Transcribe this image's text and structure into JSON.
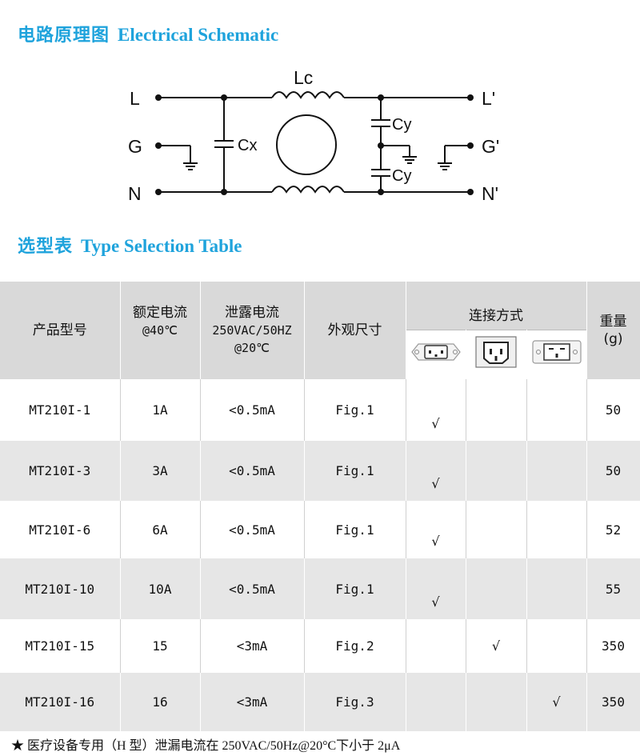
{
  "section1": {
    "title_zh": "电路原理图",
    "title_en": "Electrical Schematic"
  },
  "schematic": {
    "left_labels": [
      "L",
      "G",
      "N"
    ],
    "right_labels": [
      "L'",
      "G'",
      "N'"
    ],
    "inductor_label": "Lc",
    "cx_label": "Cx",
    "cy_top_label": "Cy",
    "cy_bottom_label": "Cy"
  },
  "section2": {
    "title_zh": "选型表",
    "title_en": "Type Selection Table"
  },
  "table": {
    "headers": {
      "model": "产品型号",
      "current_line1": "额定电流",
      "current_line2": "@40℃",
      "leak_line1": "泄露电流",
      "leak_line2": "250VAC/50HZ",
      "leak_line3": "@20℃",
      "size": "外观尺寸",
      "connection": "连接方式",
      "weight_line1": "重量",
      "weight_line2": "(g)"
    },
    "connector_icons": [
      "iec-c8-inlet-icon",
      "iec-c14-inlet-icon",
      "iec-c20-inlet-icon"
    ],
    "rows": [
      {
        "model": "MT210I-1",
        "current": "1A",
        "leak": "<0.5mA",
        "fig": "Fig.1",
        "c1": "√",
        "c2": "",
        "c3": "",
        "weight": "50"
      },
      {
        "model": "MT210I-3",
        "current": "3A",
        "leak": "<0.5mA",
        "fig": "Fig.1",
        "c1": "√",
        "c2": "",
        "c3": "",
        "weight": "50"
      },
      {
        "model": "MT210I-6",
        "current": "6A",
        "leak": "<0.5mA",
        "fig": "Fig.1",
        "c1": "√",
        "c2": "",
        "c3": "",
        "weight": "52"
      },
      {
        "model": "MT210I-10",
        "current": "10A",
        "leak": "<0.5mA",
        "fig": "Fig.1",
        "c1": "√",
        "c2": "",
        "c3": "",
        "weight": "55"
      },
      {
        "model": "MT210I-15",
        "current": "15",
        "leak": "<3mA",
        "fig": "Fig.2",
        "c1": "",
        "c2": "√",
        "c3": "",
        "weight": "350"
      },
      {
        "model": "MT210I-16",
        "current": "16",
        "leak": "<3mA",
        "fig": "Fig.3",
        "c1": "",
        "c2": "",
        "c3": "√",
        "weight": "350"
      }
    ]
  },
  "footnote": "★  医疗设备专用（H 型）泄漏电流在 250VAC/50Hz@20°C下小于 2μA",
  "colors": {
    "accent": "#1fa3dc",
    "header_bg": "#d9d9d9",
    "stripe_bg": "#e6e6e6"
  }
}
